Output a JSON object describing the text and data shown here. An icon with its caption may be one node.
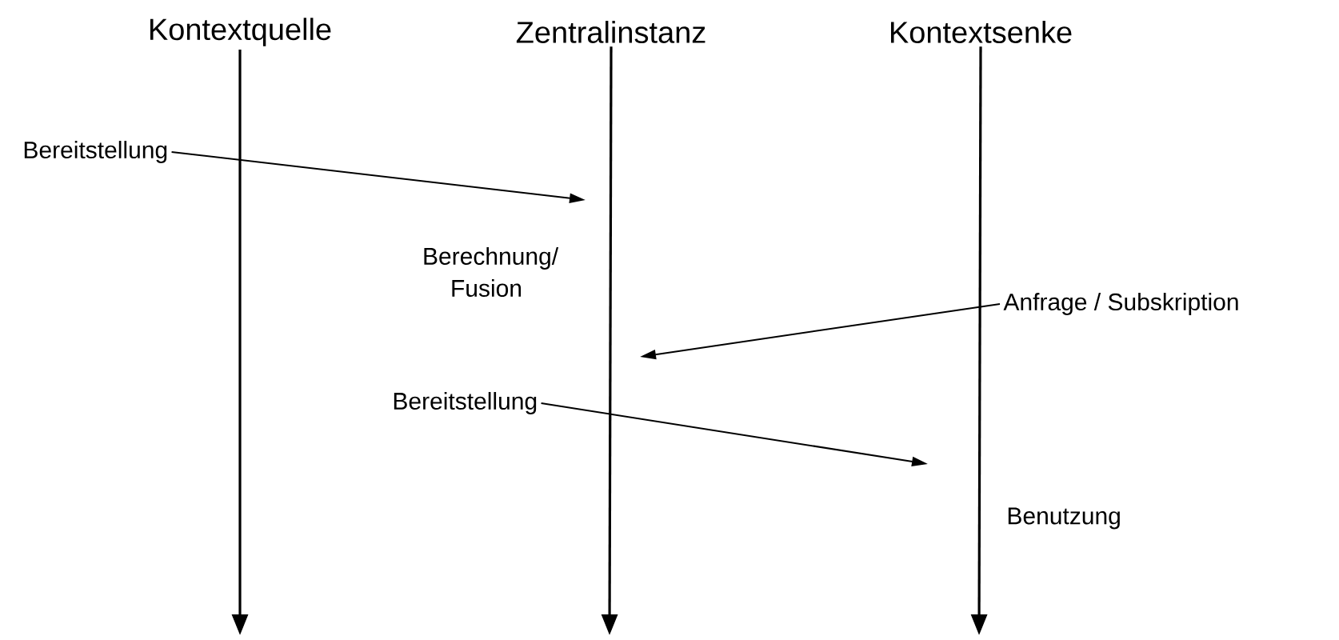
{
  "diagram": {
    "nodes": [
      {
        "text": [
          "Kontextquelle"
        ]
      },
      {
        "text": [
          "Zentralinstanz"
        ]
      },
      {
        "text": [
          "Kontextsenke"
        ]
      },
      {
        "text": [
          "Bereitstellung"
        ]
      },
      {
        "text": [
          "Anfrage / Subskription"
        ]
      },
      {
        "text": [
          "Bereitstellung"
        ]
      }
    ],
    "edges": [
      {
        "from": 0,
        "to": null,
        "arrow": "to"
      },
      {
        "from": 1,
        "to": null,
        "arrow": "to"
      },
      {
        "from": 2,
        "to": null,
        "arrow": "to"
      },
      {
        "from": 3,
        "to": null,
        "arrow": "to"
      },
      {
        "from": 4,
        "to": null,
        "arrow": "to"
      },
      {
        "from": 5,
        "to": null,
        "arrow": "to"
      }
    ],
    "labels": [
      "Berechnung/ Fusion",
      "Benutzung"
    ]
  }
}
